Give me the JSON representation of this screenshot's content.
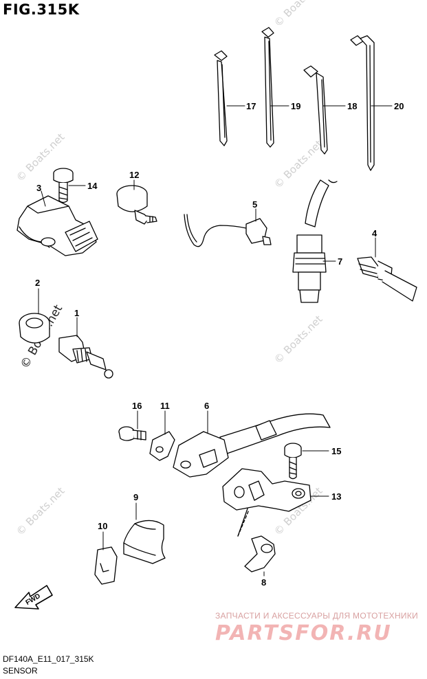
{
  "figure_title": "FIG.315K",
  "diagram_code": "DF140A_E11_017_315K",
  "section_name": "SENSOR",
  "watermark_text": "© Boats.net",
  "ad_caption": "ЗАПЧАСТИ И АКСЕССУАРЫ ДЛЯ МОТОТЕХНИКИ",
  "ad_logo": "PARTSFOR.RU",
  "fwd_label": "FWD",
  "callouts": {
    "c1": "1",
    "c2": "2",
    "c3": "3",
    "c4": "4",
    "c5": "5",
    "c6": "6",
    "c7": "7",
    "c8": "8",
    "c9": "9",
    "c10": "10",
    "c11": "11",
    "c12": "12",
    "c13": "13",
    "c14": "14",
    "c15": "15",
    "c16": "16",
    "c17": "17",
    "c18": "18",
    "c19": "19",
    "c20": "20"
  },
  "colors": {
    "line": "#000000",
    "watermark": "#cfcfcf",
    "ad": "#f2b4b4"
  }
}
